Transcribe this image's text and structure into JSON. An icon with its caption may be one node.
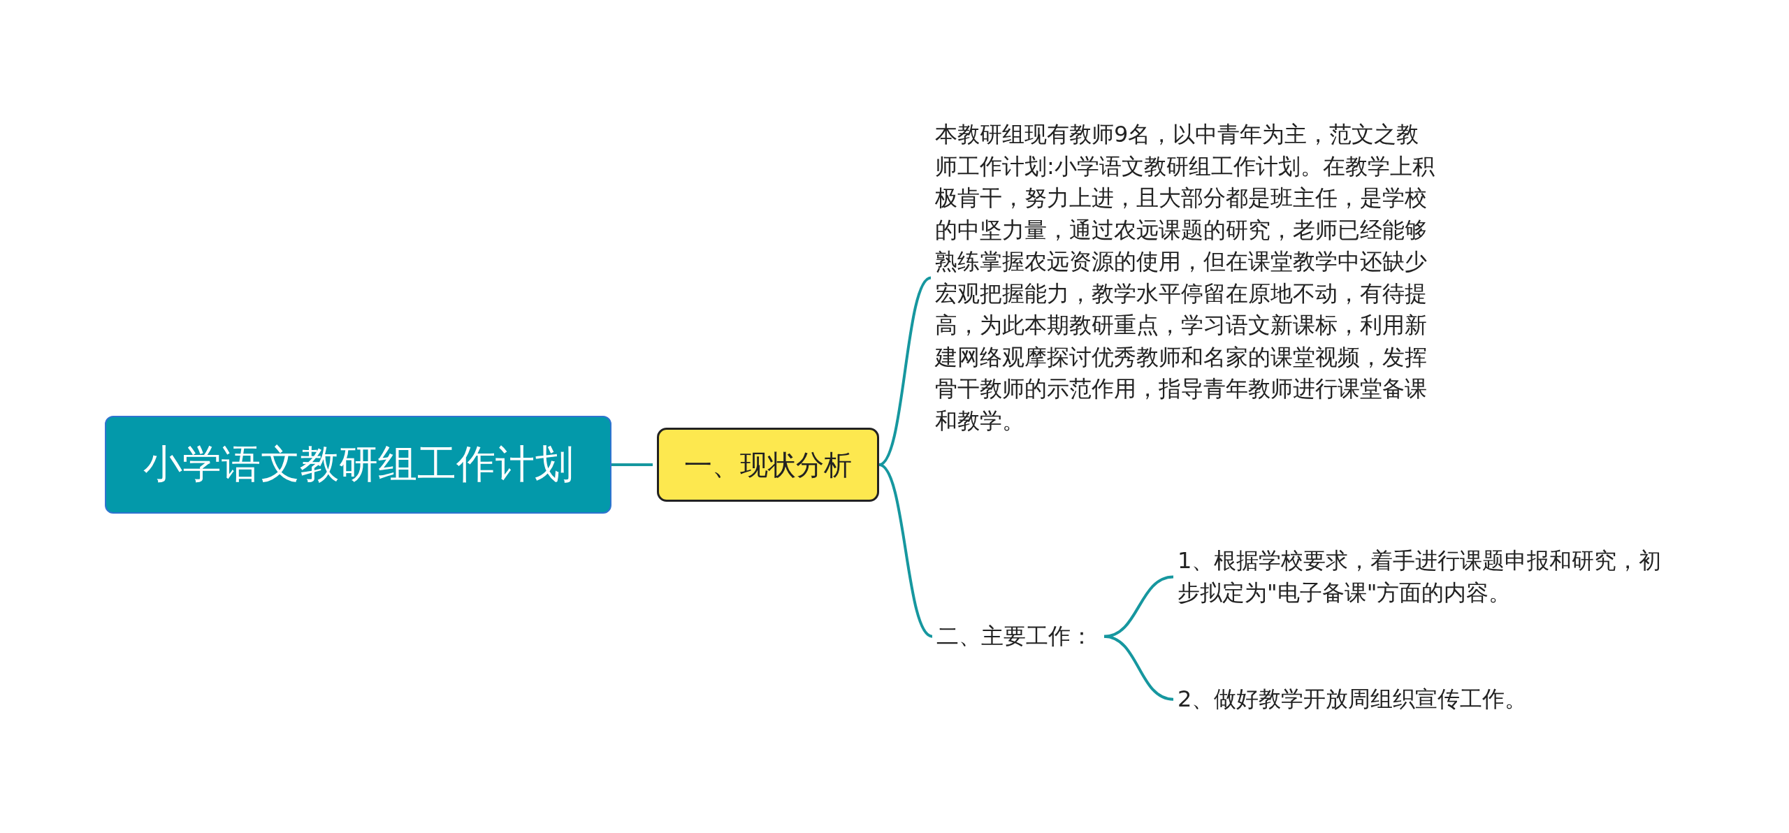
{
  "diagram": {
    "nodes": [
      {
        "text": [
          "小学语文教研组工作计划"
        ]
      },
      {
        "text": [
          "一、现状分析"
        ]
      },
      {
        "text": [
          "本教研组现有教师9名，以中青年为主，范文之教师工作计划:小学语文教研组工作计划。在教学上积极肯干，努力上进，且大部分都是班主任，是学校的中坚力量，通过农远课题的研究，老师已经能够熟练掌握农远资源的使用，但在课堂教学中还缺少宏观把握能力，教学水平停留在原地不动，有待提高，为此本期教研重点，学习语文新课标，利用新建网络观摩探讨优秀教师和名家的课堂视频，发挥骨干教师的示范作用，指导青年教师进行课堂备课和教学。"
        ]
      },
      {
        "text": [
          "二、主要工作："
        ]
      },
      {
        "text": [
          "1、根据学校要求，着手进行课题申报和研究，初步拟定为\"电子备课\"方面的内容。"
        ]
      },
      {
        "text": [
          "2、做好教学开放周组织宣传工作。"
        ]
      }
    ],
    "edges": [
      {
        "from": 0,
        "to": 1,
        "arrow": "none"
      },
      {
        "from": 1,
        "to": 2,
        "arrow": "none"
      },
      {
        "from": 1,
        "to": 3,
        "arrow": "none"
      },
      {
        "from": 3,
        "to": 4,
        "arrow": "none"
      },
      {
        "from": 3,
        "to": 5,
        "arrow": "none"
      }
    ]
  }
}
